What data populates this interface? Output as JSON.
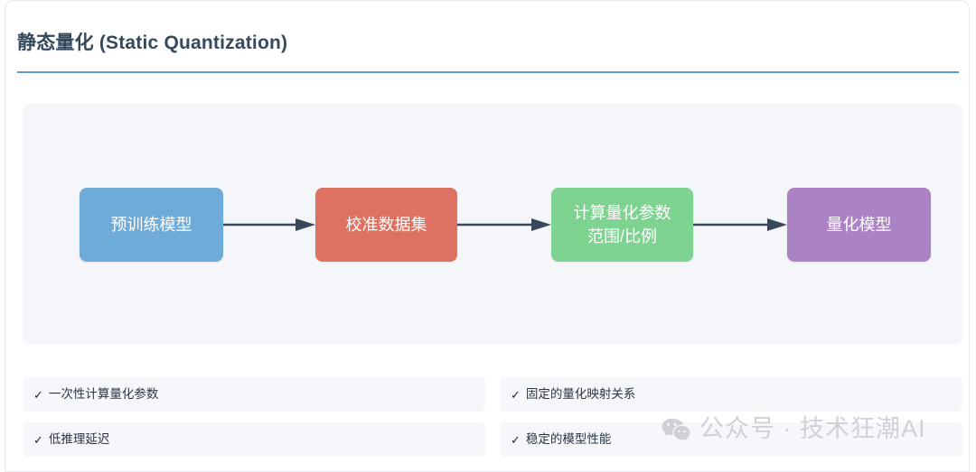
{
  "page": {
    "title": "静态量化 (Static Quantization)",
    "accent_color": "#5b9bd5",
    "panel_bg": "#f5f6f9"
  },
  "diagram": {
    "type": "flow",
    "nodes": [
      {
        "id": "node-1",
        "label": "预训练模型",
        "color": "#6fabd8"
      },
      {
        "id": "node-2",
        "label": "校准数据集",
        "color": "#dd7263"
      },
      {
        "id": "node-3",
        "line1": "计算量化参数",
        "line2": "范围/比例",
        "color": "#7ed391"
      },
      {
        "id": "node-4",
        "label": "量化模型",
        "color": "#ab83c4"
      }
    ],
    "arrows": [
      {
        "from": "node-1",
        "to": "node-2",
        "icon": "arrow-right-icon",
        "color": "#37475c"
      },
      {
        "from": "node-2",
        "to": "node-3",
        "icon": "arrow-right-icon",
        "color": "#37475c"
      },
      {
        "from": "node-3",
        "to": "node-4",
        "icon": "arrow-right-icon",
        "color": "#37475c"
      }
    ]
  },
  "features": {
    "check_glyph": "✓",
    "items": [
      {
        "label": "一次性计算量化参数"
      },
      {
        "label": "固定的量化映射关系"
      },
      {
        "label": "低推理延迟"
      },
      {
        "label": "稳定的模型性能"
      }
    ]
  },
  "watermark": {
    "icon": "wechat-icon",
    "text": "公众号 · 技术狂潮AI",
    "color": "#c8cbd2"
  }
}
